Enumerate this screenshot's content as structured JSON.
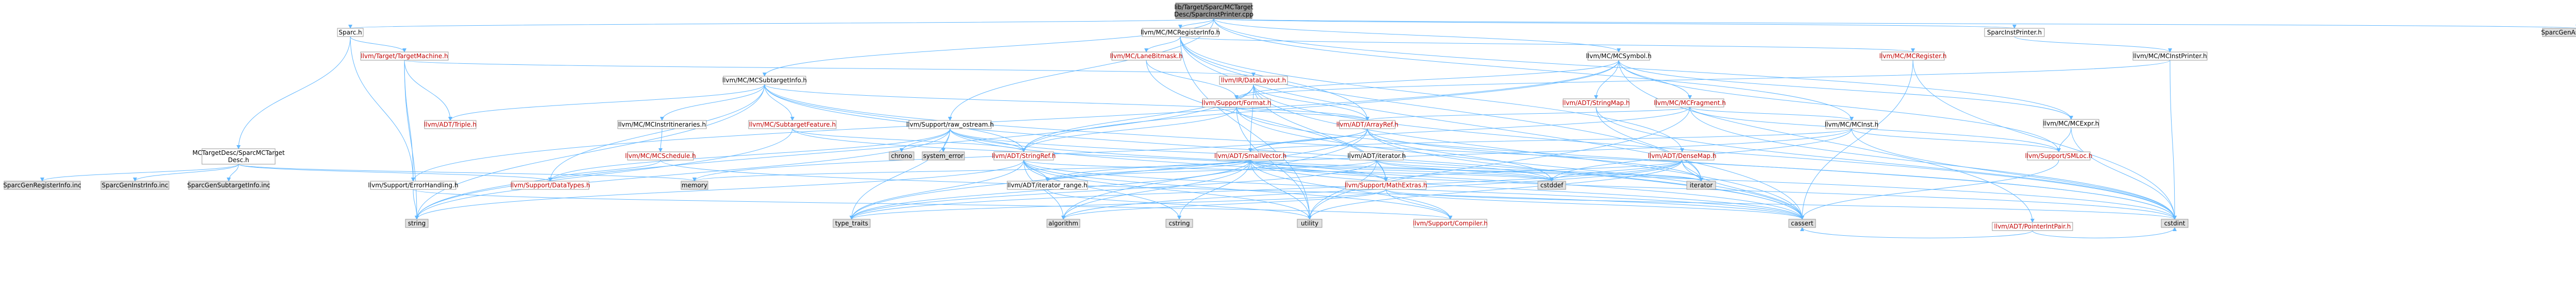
{
  "nodes": [
    {
      "id": "root",
      "lines": [
        "lib/Target/Sparc/MCTarget",
        "Desc/SparcInstPrinter.cpp"
      ],
      "style": "root",
      "interactable": true
    },
    {
      "id": "sparc_h",
      "lines": [
        "Sparc.h"
      ],
      "style": "normal",
      "interactable": true
    },
    {
      "id": "mcregisterinfo_h",
      "lines": [
        "llvm/MC/MCRegisterInfo.h"
      ],
      "style": "normal",
      "interactable": true
    },
    {
      "id": "sparcinstprinter_h",
      "lines": [
        "SparcInstPrinter.h"
      ],
      "style": "normal",
      "interactable": true
    },
    {
      "id": "sparcgenasmwriter_inc",
      "lines": [
        "SparcGenAsmWriter.inc"
      ],
      "style": "leaf",
      "interactable": false
    },
    {
      "id": "targetmachine_h",
      "lines": [
        "llvm/Target/TargetMachine.h"
      ],
      "style": "red",
      "interactable": true
    },
    {
      "id": "mclanebitmask_h",
      "lines": [
        "llvm/MC/LaneBitmask.h"
      ],
      "style": "red",
      "interactable": true
    },
    {
      "id": "mcsymbol_h",
      "lines": [
        "llvm/MC/MCSymbol.h"
      ],
      "style": "normal",
      "interactable": true
    },
    {
      "id": "mcregister_h",
      "lines": [
        "llvm/MC/MCRegister.h"
      ],
      "style": "red",
      "interactable": true
    },
    {
      "id": "mcinstprinter_h",
      "lines": [
        "llvm/MC/MCInstPrinter.h"
      ],
      "style": "normal",
      "interactable": true
    },
    {
      "id": "mcsubtargetinfo_h",
      "lines": [
        "llvm/MC/MCSubtargetInfo.h"
      ],
      "style": "normal",
      "interactable": true
    },
    {
      "id": "datalayout_h",
      "lines": [
        "llvm/IR/DataLayout.h"
      ],
      "style": "red",
      "interactable": true
    },
    {
      "id": "format_h",
      "lines": [
        "llvm/Support/Format.h"
      ],
      "style": "red",
      "interactable": true
    },
    {
      "id": "stringmap_h",
      "lines": [
        "llvm/ADT/StringMap.h"
      ],
      "style": "red",
      "interactable": true
    },
    {
      "id": "mcfragment_h",
      "lines": [
        "llvm/MC/MCFragment.h"
      ],
      "style": "red",
      "interactable": true
    },
    {
      "id": "mcexpr_h",
      "lines": [
        "llvm/MC/MCExpr.h"
      ],
      "style": "normal",
      "interactable": true
    },
    {
      "id": "triple_h",
      "lines": [
        "llvm/ADT/Triple.h"
      ],
      "style": "red",
      "interactable": true
    },
    {
      "id": "mcinstrinfo_h",
      "lines": [
        "llvm/MC/MCInstrItineraries.h"
      ],
      "style": "normal",
      "interactable": true
    },
    {
      "id": "subtargetfeature_h",
      "lines": [
        "llvm/MC/SubtargetFeature.h"
      ],
      "style": "red",
      "interactable": true
    },
    {
      "id": "raw_ostream_h",
      "lines": [
        "llvm/Support/raw_ostream.h"
      ],
      "style": "normal",
      "interactable": true
    },
    {
      "id": "arrayref_h",
      "lines": [
        "llvm/ADT/ArrayRef.h"
      ],
      "style": "red",
      "interactable": true
    },
    {
      "id": "mcinst_h",
      "lines": [
        "llvm/MC/MCInst.h"
      ],
      "style": "normal",
      "interactable": true
    },
    {
      "id": "mctargetdesc_h",
      "lines": [
        "MCTargetDesc/SparcMCTarget",
        "Desc.h"
      ],
      "style": "normal",
      "interactable": true
    },
    {
      "id": "mcschedule_h",
      "lines": [
        "llvm/MC/MCSchedule.h"
      ],
      "style": "red",
      "interactable": true
    },
    {
      "id": "chrono",
      "lines": [
        "chrono"
      ],
      "style": "leaf",
      "interactable": false
    },
    {
      "id": "system_error",
      "lines": [
        "system_error"
      ],
      "style": "leaf",
      "interactable": false
    },
    {
      "id": "stringref_h",
      "lines": [
        "llvm/ADT/StringRef.h"
      ],
      "style": "red",
      "interactable": true
    },
    {
      "id": "smallvector_h",
      "lines": [
        "llvm/ADT/SmallVector.h"
      ],
      "style": "red",
      "interactable": true
    },
    {
      "id": "iterator_h",
      "lines": [
        "llvm/ADT/iterator.h"
      ],
      "style": "normal",
      "interactable": true
    },
    {
      "id": "densemap_h",
      "lines": [
        "llvm/ADT/DenseMap.h"
      ],
      "style": "red",
      "interactable": true
    },
    {
      "id": "smloc_h",
      "lines": [
        "llvm/Support/SMLoc.h"
      ],
      "style": "red",
      "interactable": true
    },
    {
      "id": "sparcgenregisterinfo_inc",
      "lines": [
        "SparcGenRegisterInfo.inc"
      ],
      "style": "leaf",
      "interactable": false
    },
    {
      "id": "sparcgeninstrinfo_inc",
      "lines": [
        "SparcGenInstrInfo.inc"
      ],
      "style": "leaf",
      "interactable": false
    },
    {
      "id": "sparcgensubtargetinfo_inc",
      "lines": [
        "SparcGenSubtargetInfo.inc"
      ],
      "style": "leaf",
      "interactable": false
    },
    {
      "id": "errorhandling_h",
      "lines": [
        "llvm/Support/ErrorHandling.h"
      ],
      "style": "normal",
      "interactable": true
    },
    {
      "id": "datatypes_h",
      "lines": [
        "llvm/Support/DataTypes.h"
      ],
      "style": "red",
      "interactable": true
    },
    {
      "id": "memory",
      "lines": [
        "memory"
      ],
      "style": "leaf",
      "interactable": false
    },
    {
      "id": "iterator_range_h",
      "lines": [
        "llvm/ADT/iterator_range.h"
      ],
      "style": "normal",
      "interactable": true
    },
    {
      "id": "mathextras_h",
      "lines": [
        "llvm/Support/MathExtras.h"
      ],
      "style": "red",
      "interactable": true
    },
    {
      "id": "cstddef",
      "lines": [
        "cstddef"
      ],
      "style": "leaf",
      "interactable": false
    },
    {
      "id": "iterator",
      "lines": [
        "iterator"
      ],
      "style": "leaf",
      "interactable": false
    },
    {
      "id": "pointerintpair_h",
      "lines": [
        "llvm/ADT/PointerIntPair.h"
      ],
      "style": "red",
      "interactable": true
    },
    {
      "id": "string",
      "lines": [
        "string"
      ],
      "style": "leaf",
      "interactable": false
    },
    {
      "id": "type_traits",
      "lines": [
        "type_traits"
      ],
      "style": "leaf",
      "interactable": false
    },
    {
      "id": "algorithm",
      "lines": [
        "algorithm"
      ],
      "style": "leaf",
      "interactable": false
    },
    {
      "id": "cstring",
      "lines": [
        "cstring"
      ],
      "style": "leaf",
      "interactable": false
    },
    {
      "id": "utility",
      "lines": [
        "utility"
      ],
      "style": "leaf",
      "interactable": false
    },
    {
      "id": "compiler_h",
      "lines": [
        "llvm/Support/Compiler.h"
      ],
      "style": "red",
      "interactable": true
    },
    {
      "id": "cassert",
      "lines": [
        "cassert"
      ],
      "style": "leaf",
      "interactable": false
    },
    {
      "id": "cstdint",
      "lines": [
        "cstdint"
      ],
      "style": "leaf",
      "interactable": false
    }
  ],
  "edges": [
    [
      "root",
      "sparc_h"
    ],
    [
      "root",
      "mcregisterinfo_h"
    ],
    [
      "root",
      "sparcinstprinter_h"
    ],
    [
      "root",
      "sparcgenasmwriter_inc"
    ],
    [
      "root",
      "mcsubtargetinfo_h"
    ],
    [
      "root",
      "mcinst_h"
    ],
    [
      "root",
      "mcsymbol_h"
    ],
    [
      "root",
      "raw_ostream_h"
    ],
    [
      "root",
      "mcexpr_h"
    ],
    [
      "sparc_h",
      "targetmachine_h"
    ],
    [
      "sparc_h",
      "mctargetdesc_h"
    ],
    [
      "sparc_h",
      "errorhandling_h"
    ],
    [
      "mcregisterinfo_h",
      "mclanebitmask_h"
    ],
    [
      "mcregisterinfo_h",
      "mcregister_h"
    ],
    [
      "mcregisterinfo_h",
      "arrayref_h"
    ],
    [
      "mcregisterinfo_h",
      "iterator"
    ],
    [
      "mcregisterinfo_h",
      "cassert"
    ],
    [
      "mcregisterinfo_h",
      "densemap_h"
    ],
    [
      "mcregisterinfo_h",
      "utility"
    ],
    [
      "sparcinstprinter_h",
      "mcinstprinter_h"
    ],
    [
      "targetmachine_h",
      "datalayout_h"
    ],
    [
      "targetmachine_h",
      "triple_h"
    ],
    [
      "targetmachine_h",
      "errorhandling_h"
    ],
    [
      "targetmachine_h",
      "string"
    ],
    [
      "mclanebitmask_h",
      "format_h"
    ],
    [
      "mclanebitmask_h",
      "mathextras_h"
    ],
    [
      "mcsymbol_h",
      "stringmap_h"
    ],
    [
      "mcsymbol_h",
      "mcfragment_h"
    ],
    [
      "mcsymbol_h",
      "mcexpr_h"
    ],
    [
      "mcsymbol_h",
      "format_h"
    ],
    [
      "mcsymbol_h",
      "pointerintpair_h"
    ],
    [
      "mcsymbol_h",
      "stringref_h"
    ],
    [
      "mcsymbol_h",
      "errorhandling_h"
    ],
    [
      "mcsymbol_h",
      "smloc_h"
    ],
    [
      "mcregister_h",
      "cassert"
    ],
    [
      "mcregister_h",
      "cstdint"
    ],
    [
      "mcinstprinter_h",
      "format_h"
    ],
    [
      "mcinstprinter_h",
      "cstdint"
    ],
    [
      "mcsubtargetinfo_h",
      "mcinstrinfo_h"
    ],
    [
      "mcsubtargetinfo_h",
      "subtargetfeature_h"
    ],
    [
      "mcsubtargetinfo_h",
      "triple_h"
    ],
    [
      "mcsubtargetinfo_h",
      "arrayref_h"
    ],
    [
      "mcsubtargetinfo_h",
      "stringref_h"
    ],
    [
      "mcsubtargetinfo_h",
      "datatypes_h"
    ],
    [
      "mcsubtargetinfo_h",
      "cassert"
    ],
    [
      "mcsubtargetinfo_h",
      "cstdint"
    ],
    [
      "mcsubtargetinfo_h",
      "string"
    ],
    [
      "datalayout_h",
      "arrayref_h"
    ],
    [
      "datalayout_h",
      "smallvector_h"
    ],
    [
      "datalayout_h",
      "stringref_h"
    ],
    [
      "datalayout_h",
      "mathextras_h"
    ],
    [
      "datalayout_h",
      "string"
    ],
    [
      "datalayout_h",
      "cassert"
    ],
    [
      "datalayout_h",
      "cstdint"
    ],
    [
      "format_h",
      "arrayref_h"
    ],
    [
      "format_h",
      "stringref_h"
    ],
    [
      "format_h",
      "cassert"
    ],
    [
      "format_h",
      "cstdint"
    ],
    [
      "format_h",
      "utility"
    ],
    [
      "stringmap_h",
      "iterator"
    ],
    [
      "stringmap_h",
      "cstdint"
    ],
    [
      "mcfragment_h",
      "mcinst_h"
    ],
    [
      "mcfragment_h",
      "arrayref_h"
    ],
    [
      "mcfragment_h",
      "smallvector_h"
    ],
    [
      "mcfragment_h",
      "smloc_h"
    ],
    [
      "mcfragment_h",
      "cstdint"
    ],
    [
      "mcfragment_h",
      "utility"
    ],
    [
      "mcexpr_h",
      "smloc_h"
    ],
    [
      "mcexpr_h",
      "cstdint"
    ],
    [
      "mcinstrinfo_h",
      "mcschedule_h"
    ],
    [
      "subtargetfeature_h",
      "stringref_h"
    ],
    [
      "subtargetfeature_h",
      "mathextras_h"
    ],
    [
      "subtargetfeature_h",
      "string"
    ],
    [
      "raw_ostream_h",
      "chrono"
    ],
    [
      "raw_ostream_h",
      "system_error"
    ],
    [
      "raw_ostream_h",
      "stringref_h"
    ],
    [
      "raw_ostream_h",
      "datatypes_h"
    ],
    [
      "raw_ostream_h",
      "cassert"
    ],
    [
      "raw_ostream_h",
      "cstddef"
    ],
    [
      "raw_ostream_h",
      "cstdint"
    ],
    [
      "raw_ostream_h",
      "string"
    ],
    [
      "raw_ostream_h",
      "type_traits"
    ],
    [
      "arrayref_h",
      "smallvector_h"
    ],
    [
      "arrayref_h",
      "iterator"
    ],
    [
      "arrayref_h",
      "algorithm"
    ],
    [
      "arrayref_h",
      "cassert"
    ],
    [
      "arrayref_h",
      "cstddef"
    ],
    [
      "arrayref_h",
      "memory"
    ],
    [
      "arrayref_h",
      "type_traits"
    ],
    [
      "mcinst_h",
      "smallvector_h"
    ],
    [
      "mcinst_h",
      "smloc_h"
    ],
    [
      "mcinst_h",
      "cstddef"
    ],
    [
      "mcinst_h",
      "cstdint"
    ],
    [
      "mcinst_h",
      "iterator_range_h"
    ],
    [
      "mctargetdesc_h",
      "datatypes_h"
    ],
    [
      "mctargetdesc_h",
      "memory"
    ],
    [
      "mctargetdesc_h",
      "sparcgenregisterinfo_inc"
    ],
    [
      "mctargetdesc_h",
      "sparcgeninstrinfo_inc"
    ],
    [
      "mctargetdesc_h",
      "sparcgensubtargetinfo_inc"
    ],
    [
      "mcschedule_h",
      "datatypes_h"
    ],
    [
      "mcschedule_h",
      "cassert"
    ],
    [
      "stringref_h",
      "iterator_range_h"
    ],
    [
      "stringref_h",
      "compiler_h"
    ],
    [
      "stringref_h",
      "algorithm"
    ],
    [
      "stringref_h",
      "cassert"
    ],
    [
      "stringref_h",
      "cstddef"
    ],
    [
      "stringref_h",
      "cstring"
    ],
    [
      "stringref_h",
      "string"
    ],
    [
      "stringref_h",
      "type_traits"
    ],
    [
      "stringref_h",
      "utility"
    ],
    [
      "smallvector_h",
      "iterator_range_h"
    ],
    [
      "smallvector_h",
      "mathextras_h"
    ],
    [
      "smallvector_h",
      "compiler_h"
    ],
    [
      "smallvector_h",
      "algorithm"
    ],
    [
      "smallvector_h",
      "cassert"
    ],
    [
      "smallvector_h",
      "cstddef"
    ],
    [
      "smallvector_h",
      "cstdint"
    ],
    [
      "smallvector_h",
      "cstring"
    ],
    [
      "smallvector_h",
      "iterator"
    ],
    [
      "smallvector_h",
      "memory"
    ],
    [
      "smallvector_h",
      "type_traits"
    ],
    [
      "smallvector_h",
      "utility"
    ],
    [
      "iterator_h",
      "iterator_range_h"
    ],
    [
      "iterator_h",
      "cstddef"
    ],
    [
      "iterator_h",
      "iterator"
    ],
    [
      "iterator_h",
      "type_traits"
    ],
    [
      "iterator_h",
      "utility"
    ],
    [
      "densemap_h",
      "mathextras_h"
    ],
    [
      "densemap_h",
      "algorithm"
    ],
    [
      "densemap_h",
      "cassert"
    ],
    [
      "densemap_h",
      "cstddef"
    ],
    [
      "densemap_h",
      "iterator"
    ],
    [
      "densemap_h",
      "type_traits"
    ],
    [
      "densemap_h",
      "utility"
    ],
    [
      "smloc_h",
      "cassert"
    ],
    [
      "errorhandling_h",
      "compiler_h"
    ],
    [
      "errorhandling_h",
      "string"
    ],
    [
      "iterator_range_h",
      "utility"
    ],
    [
      "mathextras_h",
      "compiler_h"
    ],
    [
      "mathextras_h",
      "algorithm"
    ],
    [
      "mathextras_h",
      "cassert"
    ],
    [
      "mathextras_h",
      "cstdint"
    ],
    [
      "mathextras_h",
      "type_traits"
    ],
    [
      "pointerintpair_h",
      "cassert"
    ],
    [
      "pointerintpair_h",
      "cstdint"
    ]
  ]
}
